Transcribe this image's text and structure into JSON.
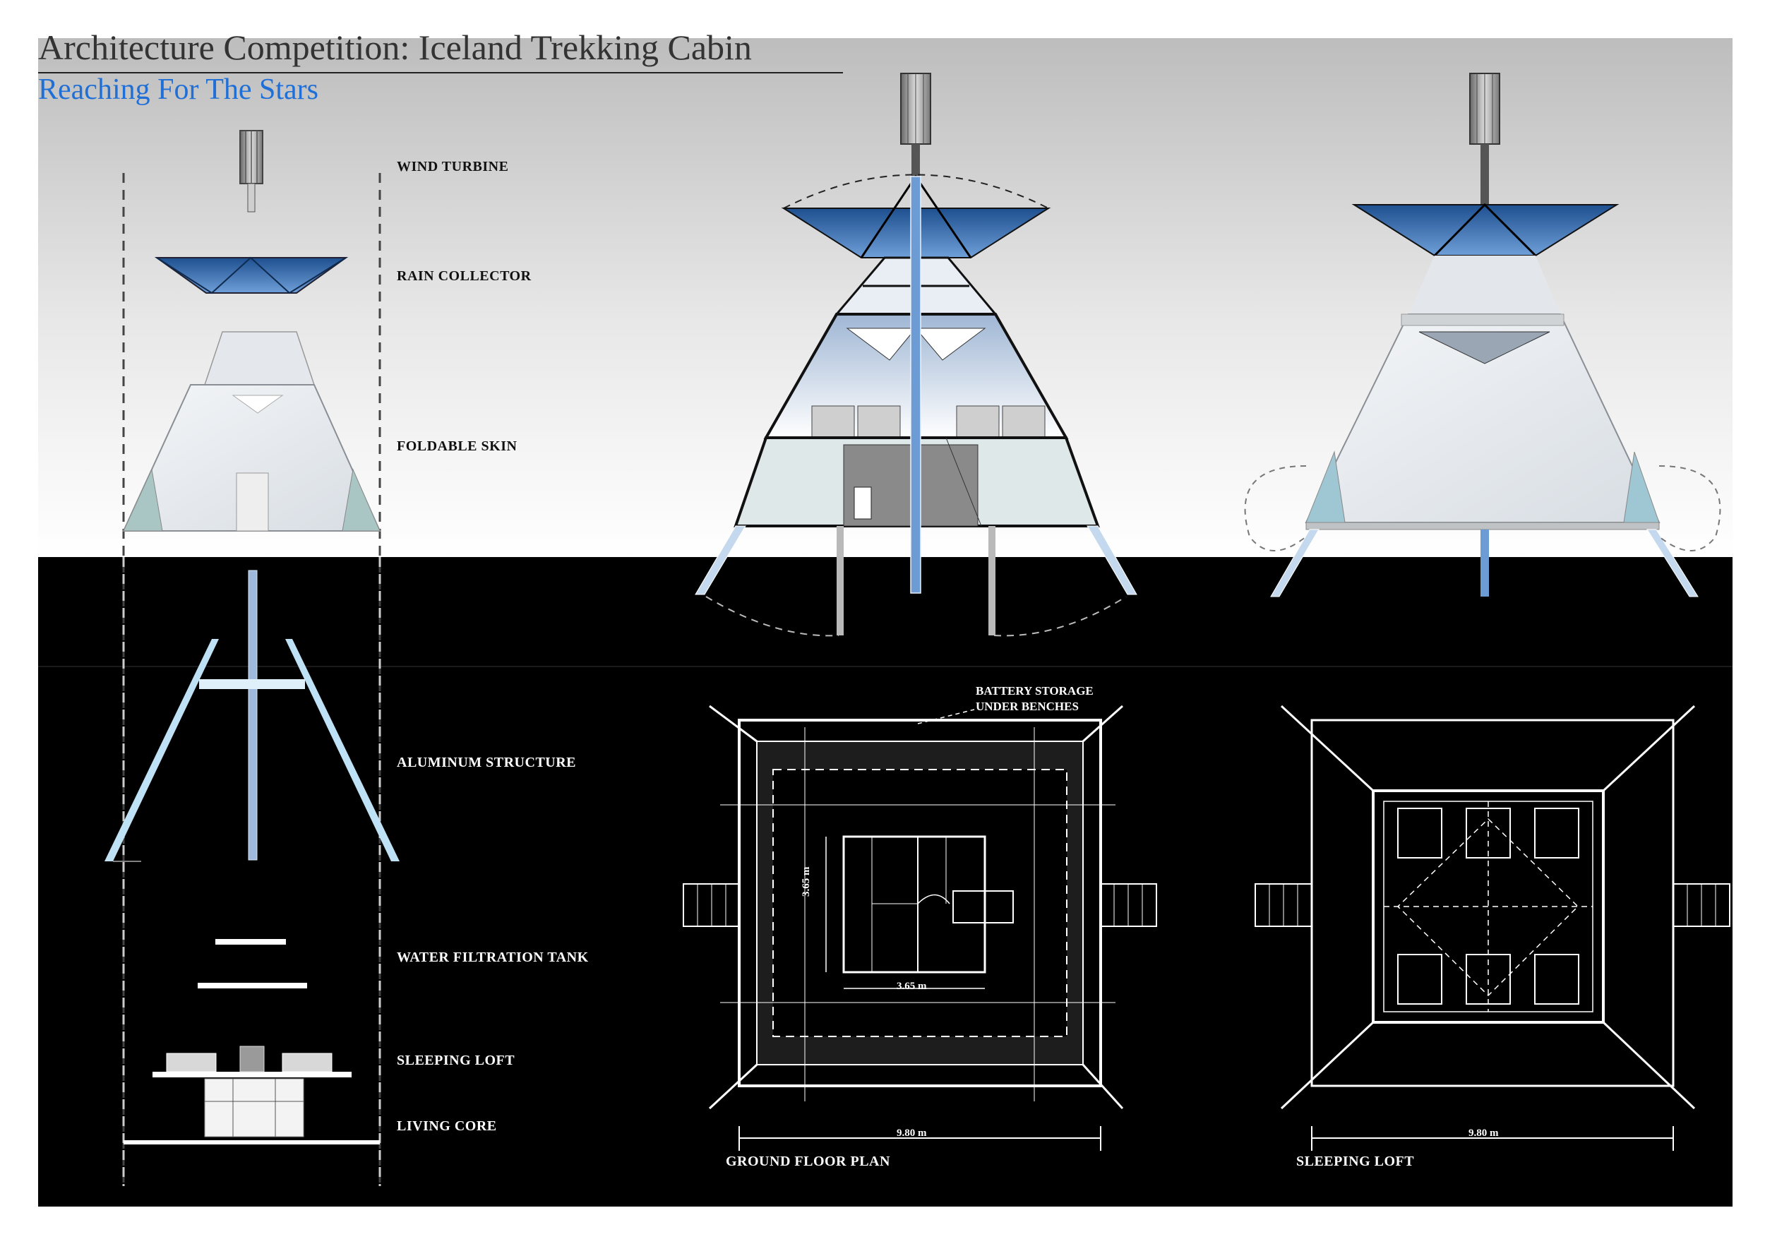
{
  "header": {
    "title": "Architecture Competition: Iceland Trekking Cabin",
    "subtitle": "Reaching For The Stars"
  },
  "exploded_labels": {
    "wind_turbine": "WIND TURBINE",
    "rain_collector": "RAIN COLLECTOR",
    "foldable_skin": "FOLDABLE SKIN",
    "aluminum_structure": "ALUMINUM STRUCTURE",
    "water_filtration_tank": "WATER FILTRATION TANK",
    "sleeping_loft": "SLEEPING LOFT",
    "living_core": "LIVING CORE"
  },
  "plans": {
    "ground_floor": {
      "title": "GROUND FLOOR PLAN",
      "note_line1": "BATTERY STORAGE",
      "note_line2": "UNDER BENCHES",
      "width_dim": "9.80 m",
      "core_width_dim": "3.65 m",
      "core_depth_dim": "3.65 m"
    },
    "sleeping_loft": {
      "title": "SLEEPING LOFT",
      "width_dim": "9.80 m"
    }
  },
  "colors": {
    "accent_blue": "#1f6fd6",
    "panel_blue": "#2d5f9e",
    "background_dark": "#000000",
    "sky_gray": "#c8c8c8"
  }
}
